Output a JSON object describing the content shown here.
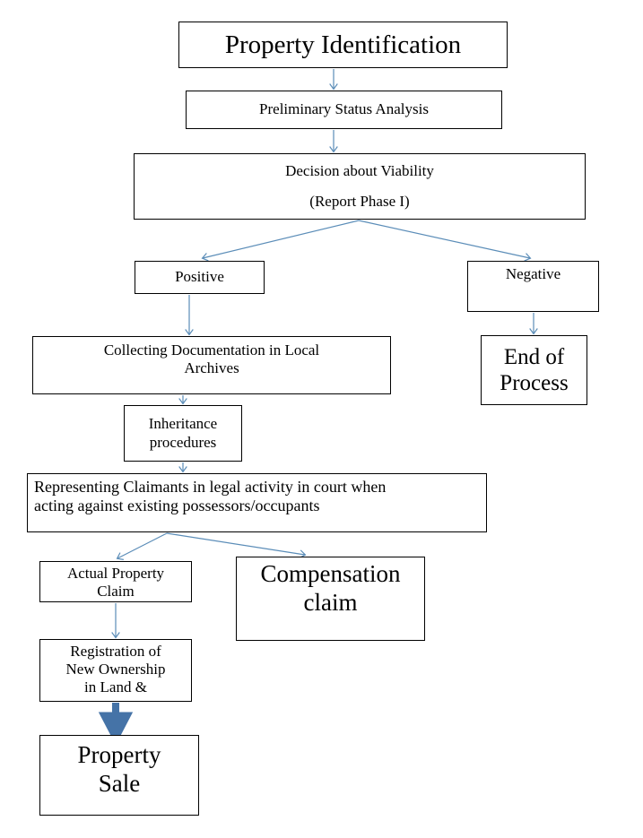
{
  "diagram": {
    "title_text": "Property Identification",
    "colors": {
      "box_border": "#000000",
      "box_fill": "#ffffff",
      "thin_arrow": "#5b8db8",
      "thick_arrow": "#4573a7",
      "text": "#000000",
      "background": "#ffffff"
    },
    "nodes": [
      {
        "id": "property-identification",
        "label": "Property Identification"
      },
      {
        "id": "preliminary-status",
        "label": "Preliminary Status Analysis"
      },
      {
        "id": "decision-viability",
        "label": "Decision about Viability\n(Report Phase I)"
      },
      {
        "id": "positive",
        "label": "Positive"
      },
      {
        "id": "negative",
        "label": "Negative"
      },
      {
        "id": "end-of-process",
        "label": "End of\nProcess"
      },
      {
        "id": "collecting-docs",
        "label": "Collecting Documentation in Local\nArchives"
      },
      {
        "id": "inheritance",
        "label": "Inheritance\nprocedures"
      },
      {
        "id": "representing-claimants",
        "label": "Representing Claimants in legal activity in court when\nacting against existing possessors/occupants"
      },
      {
        "id": "actual-property-claim",
        "label": "Actual Property\nClaim"
      },
      {
        "id": "compensation-claim",
        "label": "Compensation\nclaim"
      },
      {
        "id": "registration",
        "label": "Registration of\nNew Ownership\nin Land &"
      },
      {
        "id": "property-sale",
        "label": "Property\nSale"
      }
    ],
    "edges": [
      {
        "from": "property-identification",
        "to": "preliminary-status",
        "style": "thin-vertical-arrow"
      },
      {
        "from": "preliminary-status",
        "to": "decision-viability",
        "style": "thin-vertical-arrow"
      },
      {
        "from": "decision-viability",
        "to": "positive",
        "style": "thin-diagonal-arrow"
      },
      {
        "from": "decision-viability",
        "to": "negative",
        "style": "thin-diagonal-arrow"
      },
      {
        "from": "negative",
        "to": "end-of-process",
        "style": "thin-vertical-arrow"
      },
      {
        "from": "positive",
        "to": "collecting-docs",
        "style": "thin-vertical-arrow"
      },
      {
        "from": "collecting-docs",
        "to": "inheritance",
        "style": "thin-vertical-arrow"
      },
      {
        "from": "inheritance",
        "to": "representing-claimants",
        "style": "thin-vertical-arrow"
      },
      {
        "from": "representing-claimants",
        "to": "actual-property-claim",
        "style": "thin-diagonal-arrow"
      },
      {
        "from": "representing-claimants",
        "to": "compensation-claim",
        "style": "thin-diagonal-arrow"
      },
      {
        "from": "actual-property-claim",
        "to": "registration",
        "style": "thin-vertical-arrow"
      },
      {
        "from": "registration",
        "to": "property-sale",
        "style": "thick-vertical-arrow"
      }
    ]
  }
}
